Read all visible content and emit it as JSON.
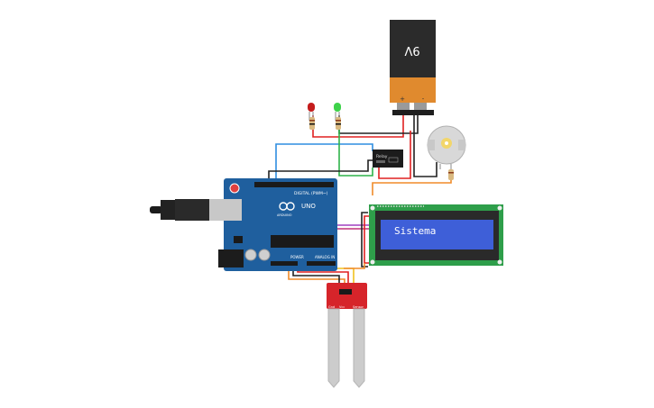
{
  "battery": {
    "label": "9V",
    "plus": "+",
    "minus": "-"
  },
  "arduino": {
    "brand": "ARDUINO",
    "model": "UNO",
    "digital_label": "DIGITAL (PWM~)",
    "analog_label": "ANALOG IN",
    "power_label": "POWER"
  },
  "lcd": {
    "text": "Sistema"
  },
  "relay": {
    "label": "Relay"
  },
  "sensor": {
    "pins": [
      "Gnd",
      "Vcc",
      "Sensor"
    ]
  },
  "colors": {
    "board": "#1f5f9e",
    "lcd_pcb": "#2e9e4a",
    "lcd_screen": "#3e5fd8",
    "sensor_pcb": "#d6242a",
    "wire_red": "#e02020",
    "wire_black": "#222222",
    "wire_green": "#2fb34a",
    "wire_blue": "#2f8ee0",
    "wire_orange": "#f08c2a",
    "wire_yellow": "#f0c21f",
    "wire_purple": "#a040c0",
    "wire_magenta": "#c0307a"
  }
}
